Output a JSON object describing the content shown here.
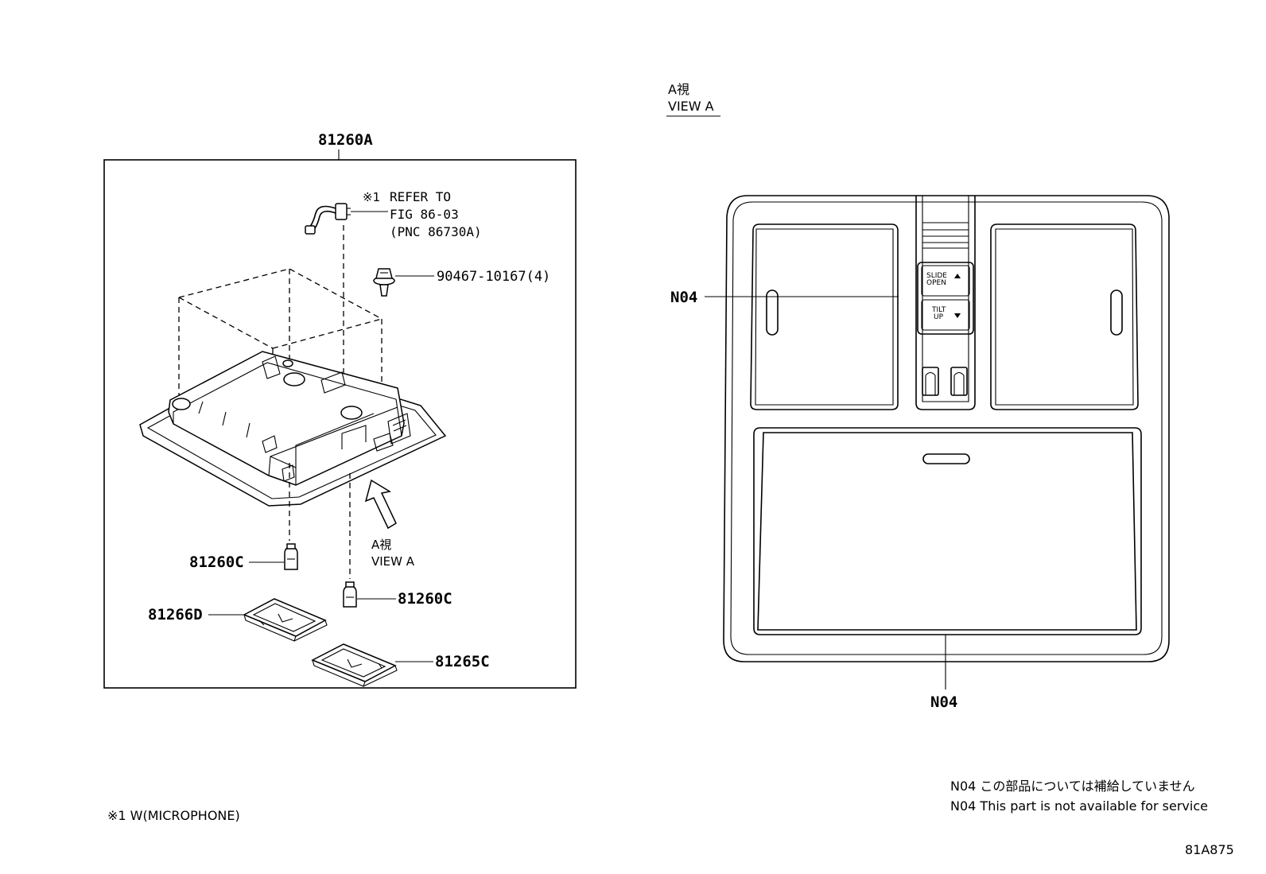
{
  "left_diagram": {
    "assembly_label": "81260A",
    "refer_note": {
      "mark": "※1",
      "line1": "REFER TO",
      "line2": "FIG 86-03",
      "line3": "(PNC 86730A)"
    },
    "clip_label": "90467-10167(4)",
    "bulb_left_label": "81260C",
    "bulb_right_label": "81260C",
    "lens_left_label": "81266D",
    "lens_right_label": "81265C",
    "view_arrow": {
      "line1": "A視",
      "line2": "VIEW A"
    }
  },
  "right_diagram": {
    "view_title": {
      "line1": "A視",
      "line2": "VIEW A"
    },
    "n04_side_label": "N04",
    "n04_bottom_label": "N04",
    "switch": {
      "slide_line1": "SLIDE",
      "slide_line2": "OPEN",
      "tilt_line1": "TILT",
      "tilt_line2": "UP"
    }
  },
  "footnotes": {
    "microphone_note": "※1 W(MICROPHONE)",
    "n04_note_jp": "N04 この部品については補給していません",
    "n04_note_en": "N04 This part is not available for service",
    "figure_code": "81A875"
  }
}
